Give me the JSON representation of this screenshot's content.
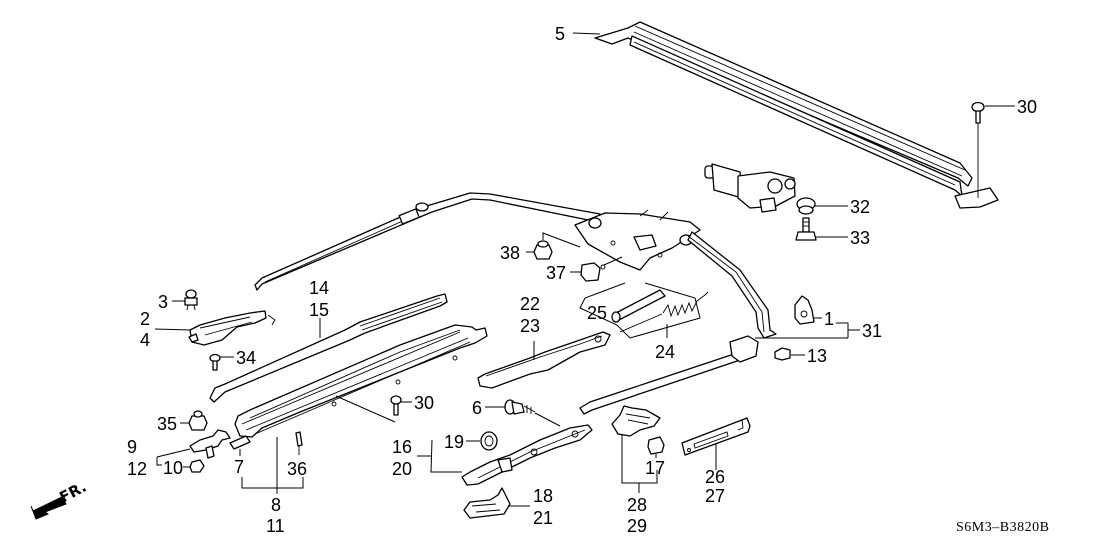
{
  "diagram": {
    "type": "exploded parts diagram",
    "subject": "sunroof mechanism",
    "code": "S6M3–B3820B",
    "direction_marker": "FR.",
    "icons": {
      "front_arrow": "arrow-down-left-icon"
    },
    "callouts": {
      "c1": "1",
      "c2": "2",
      "c3": "3",
      "c4": "4",
      "c5": "5",
      "c6": "6",
      "c7": "7",
      "c8": "8",
      "c9": "9",
      "c10": "10",
      "c11": "11",
      "c12": "12",
      "c13": "13",
      "c14": "14",
      "c15": "15",
      "c16": "16",
      "c17": "17",
      "c18": "18",
      "c19": "19",
      "c20": "20",
      "c21": "21",
      "c22": "22",
      "c23": "23",
      "c24": "24",
      "c25": "25",
      "c26": "26",
      "c27": "27",
      "c28": "28",
      "c29": "29",
      "c30a": "30",
      "c30b": "30",
      "c31": "31",
      "c32": "32",
      "c33": "33",
      "c34": "34",
      "c35": "35",
      "c36": "36",
      "c37": "37",
      "c38": "38"
    }
  }
}
